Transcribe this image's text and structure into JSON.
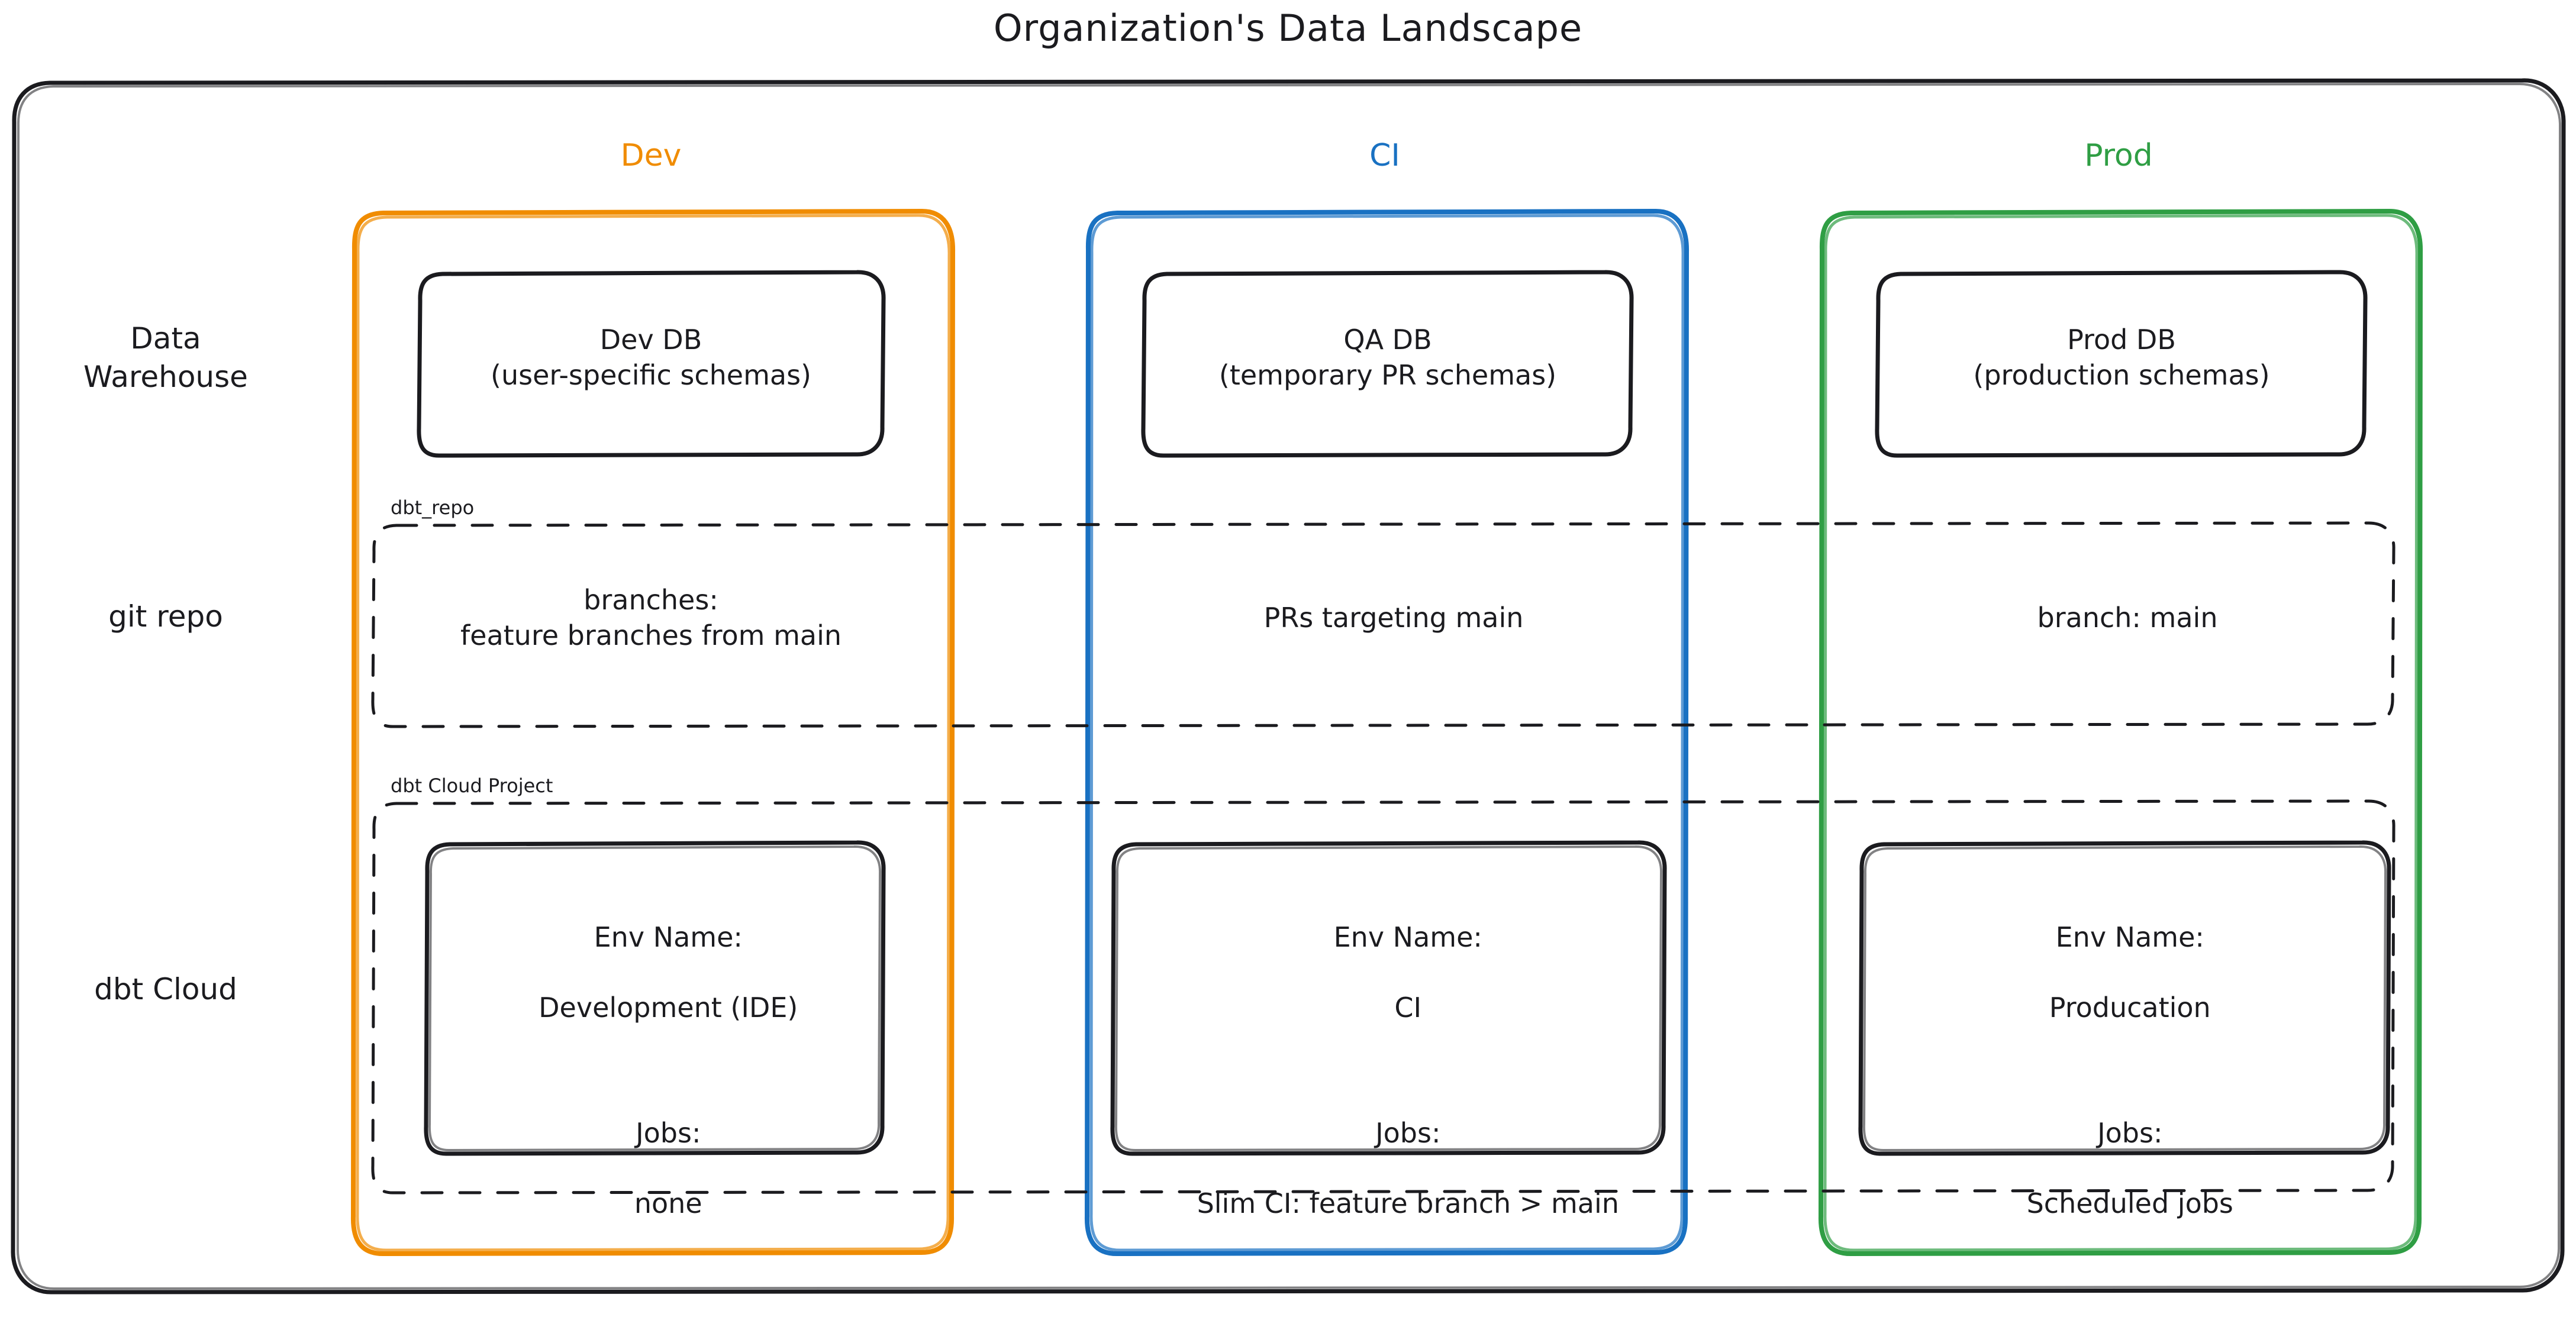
{
  "diagram": {
    "title": "Organization's Data Landscape",
    "colors": {
      "dev": "#f08c00",
      "ci": "#1971c2",
      "prod": "#2f9e44",
      "stroke": "#1b1b1f",
      "background": "#ffffff"
    },
    "columns": [
      {
        "key": "dev",
        "label": "Dev"
      },
      {
        "key": "ci",
        "label": "CI"
      },
      {
        "key": "prod",
        "label": "Prod"
      }
    ],
    "row_labels": [
      {
        "key": "data_warehouse",
        "label": "Data\nWarehouse"
      },
      {
        "key": "git_repo",
        "label": "git repo"
      },
      {
        "key": "dbt_cloud",
        "label": "dbt Cloud"
      }
    ],
    "group_captions": {
      "repo": "dbt_repo",
      "project": "dbt Cloud Project"
    },
    "nodes": {
      "data_warehouse": {
        "dev": "Dev DB\n(user-specific schemas)",
        "ci": "QA DB\n(temporary PR schemas)",
        "prod": "Prod DB\n(production schemas)"
      },
      "git_repo": {
        "dev": "branches:\nfeature branches from main",
        "ci": "PRs targeting main",
        "prod": "branch: main"
      },
      "dbt_cloud": {
        "dev": {
          "env_label": "Env Name:",
          "env_value": "Development (IDE)",
          "jobs_label": "Jobs:",
          "jobs_value": "none"
        },
        "ci": {
          "env_label": "Env Name:",
          "env_value": "CI",
          "jobs_label": "Jobs:",
          "jobs_value": "Slim CI: feature branch > main"
        },
        "prod": {
          "env_label": "Env Name:",
          "env_value": "Producation",
          "jobs_label": "Jobs:",
          "jobs_value": "Scheduled jobs"
        }
      }
    }
  }
}
